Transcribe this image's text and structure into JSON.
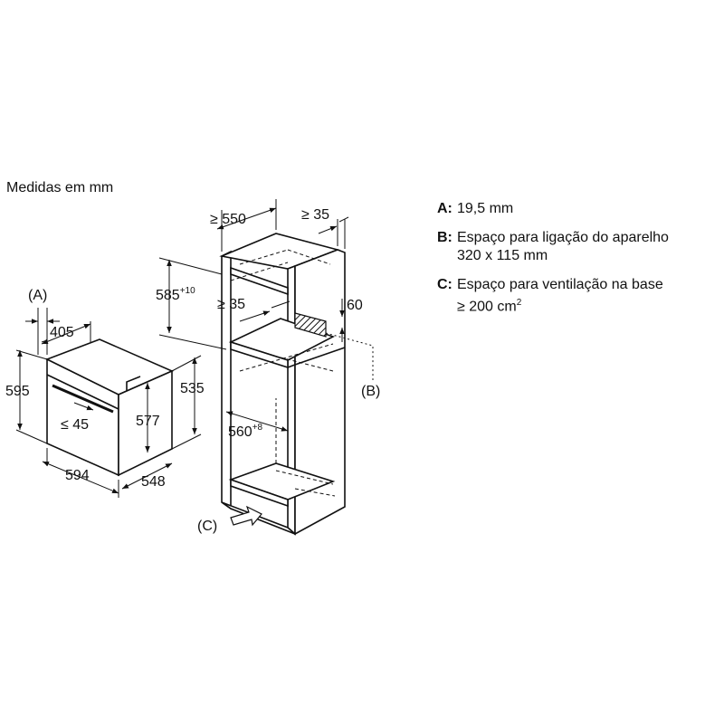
{
  "caption": "Medidas em mm",
  "oven": {
    "label_a": "(A)",
    "width": "594",
    "height": "595",
    "depth": "548",
    "depth_top": "405",
    "inner_height": "577",
    "side_height": "535",
    "panel_depth": "≤ 45"
  },
  "cabinet": {
    "depth": "≥ 550",
    "back_gap": "≥ 35",
    "niche_height": "585",
    "niche_height_tol": "+10",
    "gap_35": "≥ 35",
    "connection_height": "60",
    "niche_width": "560",
    "niche_width_tol": "+8",
    "label_b": "(B)",
    "label_c": "(C)"
  },
  "legend": [
    {
      "key": "A:",
      "text": "19,5 mm",
      "text2": ""
    },
    {
      "key": "B:",
      "text": "Espaço para ligação do aparelho",
      "text2": "320 x 115 mm"
    },
    {
      "key": "C:",
      "text": "Espaço para ventilação na base",
      "text2": "≥ 200 cm",
      "sup": "2"
    }
  ]
}
